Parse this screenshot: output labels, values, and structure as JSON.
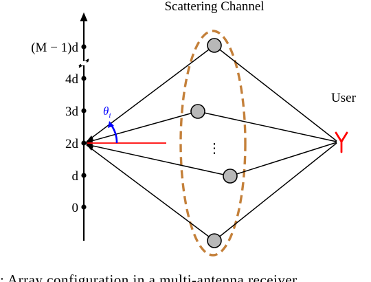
{
  "header": {
    "title": "Scattering Channel"
  },
  "user": {
    "label": "User"
  },
  "array": {
    "ticks": [
      {
        "label_main": "(M − 1)d"
      },
      {
        "label_main": "4d"
      },
      {
        "label_main": "3d"
      },
      {
        "label_main": "2d"
      },
      {
        "label_main": "d"
      },
      {
        "label_main": "0"
      }
    ]
  },
  "angle": {
    "symbol": "θ",
    "subscript": "i"
  },
  "scatterers": {
    "ellipsis": "⋮"
  },
  "caption": {
    "text": ": Array configuration in a multi-antenna receiver"
  },
  "colors": {
    "angle_arc": "#0000ff",
    "reference_line": "#ff0000",
    "antenna": "#ff0000",
    "cluster_outline": "#c4803a",
    "scatterer_fill": "#b8b8b8"
  }
}
